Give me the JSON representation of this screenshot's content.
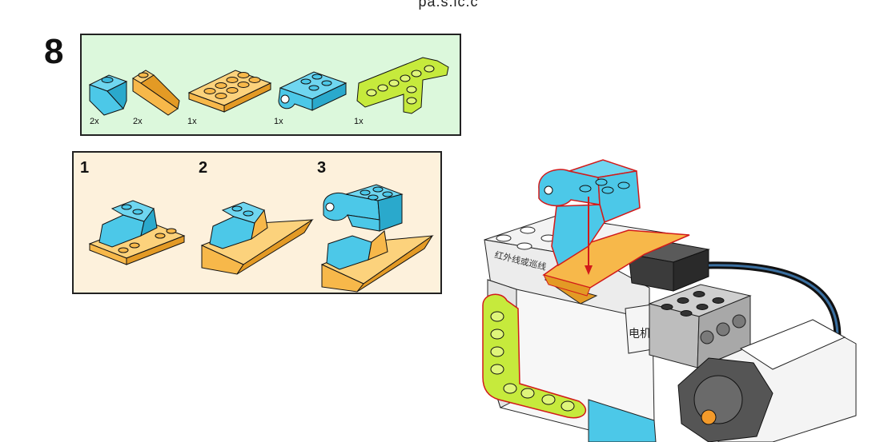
{
  "header": {
    "cut_text": "pa.s.ic.c"
  },
  "step": {
    "number": "8"
  },
  "parts": [
    {
      "name": "blue slope 1x2",
      "qty": "2x",
      "color": "#4cc8e8"
    },
    {
      "name": "orange slope 2x2",
      "qty": "2x",
      "color": "#f7b84a"
    },
    {
      "name": "orange plate 2x4",
      "qty": "1x",
      "color": "#f7b84a"
    },
    {
      "name": "blue plate with clip",
      "qty": "1x",
      "color": "#4cc8e8"
    },
    {
      "name": "lime L beam",
      "qty": "1x",
      "color": "#c6ea3c"
    }
  ],
  "substeps": [
    {
      "label": "1"
    },
    {
      "label": "2"
    },
    {
      "label": "3"
    }
  ],
  "model": {
    "label_infrared": "红外线或巡线",
    "label_motor": "电机A"
  },
  "colors": {
    "parts_bg": "#dcf8dc",
    "substeps_bg": "#fdf1dc",
    "blue": "#4cc8e8",
    "orange": "#f7b84a",
    "lime": "#c6ea3c",
    "arrow": "#d21a1a"
  }
}
